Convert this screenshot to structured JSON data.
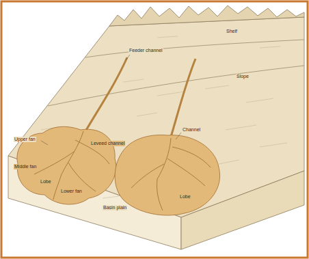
{
  "diagram": {
    "labels": [
      "Shelf",
      "Slope",
      "Feeder channel",
      "Upper fan",
      "Leveed channel",
      "Middle fan",
      "Lobe",
      "Lower fan",
      "Channel",
      "Lobe",
      "Basin plain"
    ]
  }
}
